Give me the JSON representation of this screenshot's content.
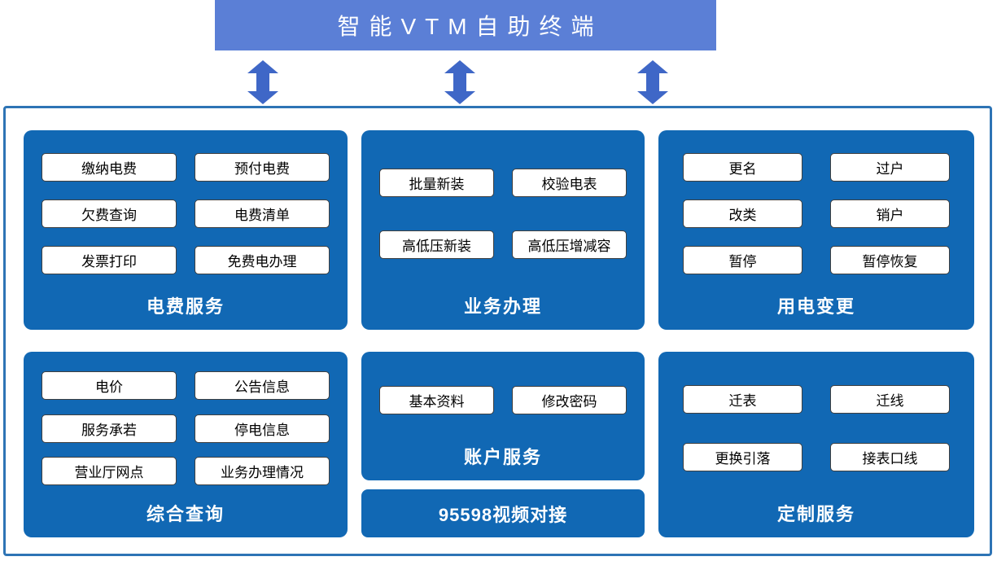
{
  "header": {
    "title": "智能VTM自助终端"
  },
  "panels": [
    {
      "id": "fee-service",
      "label": "电费服务",
      "buttons": [
        "缴纳电费",
        "预付电费",
        "欠费查询",
        "电费清单",
        "发票打印",
        "免费电办理"
      ]
    },
    {
      "id": "business-handling",
      "label": "业务办理",
      "buttons": [
        "批量新装",
        "校验电表",
        "高低压新装",
        "高低压增减容"
      ]
    },
    {
      "id": "power-change",
      "label": "用电变更",
      "buttons": [
        "更名",
        "过户",
        "改类",
        "销户",
        "暂停",
        "暂停恢复"
      ]
    },
    {
      "id": "comprehensive-query",
      "label": "综合查询",
      "buttons": [
        "电价",
        "公告信息",
        "服务承若",
        "停电信息",
        "营业厅网点",
        "业务办理情况"
      ]
    },
    {
      "id": "account-service",
      "label": "账户服务",
      "buttons": [
        "基本资料",
        "修改密码"
      ]
    },
    {
      "id": "custom-service",
      "label": "定制服务",
      "buttons": [
        "迁表",
        "迁线",
        "更换引落",
        "接表口线"
      ]
    }
  ],
  "video_bar": {
    "label": "95598视频对接"
  },
  "colors": {
    "header_blue": "#5b7fd6",
    "arrow_blue": "#3f67c7",
    "panel_blue": "#1168b4",
    "box_border_blue": "#2e74b5",
    "button_bg": "#ffffff",
    "button_border": "#3f3f3f"
  }
}
